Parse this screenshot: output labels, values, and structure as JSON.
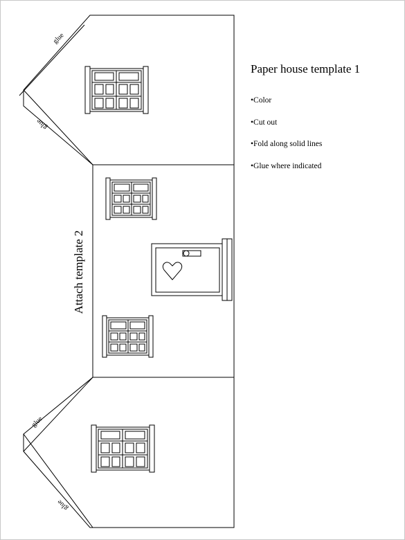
{
  "title": "Paper house template 1",
  "instructions": [
    "•Color",
    "•Cut out",
    "•Fold along solid lines",
    "•Glue where indicated"
  ],
  "side_label": "Attach template 2",
  "glue_labels": [
    "glue",
    "glue",
    "glue",
    "glue"
  ]
}
